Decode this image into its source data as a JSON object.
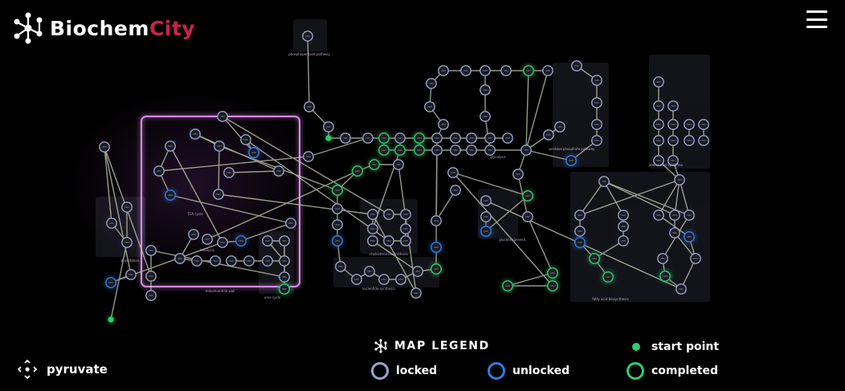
{
  "app": {
    "title_part1": "Biochem",
    "title_part2": "City",
    "accent": "#c8234e"
  },
  "header": {
    "menu_icon": "hamburger-menu-icon"
  },
  "map": {
    "zones": [
      {
        "label": "phosphopentose pathway"
      },
      {
        "label": "mitochondrial wall"
      },
      {
        "label": "TCA cycle"
      },
      {
        "label": "urea cycle"
      },
      {
        "label": "gluconeogenesis"
      },
      {
        "label": "glycolysis"
      },
      {
        "label": "cholesterol biosynthesis"
      },
      {
        "label": "fatty acid biosynthesis"
      },
      {
        "label": "pentose phosphate pathway"
      },
      {
        "label": "nucleotide synthesis"
      },
      {
        "label": "amino acid synthesis"
      },
      {
        "label": "ketolysis"
      },
      {
        "label": "β-oxidation"
      }
    ],
    "colors": {
      "locked": "#9aa3c9",
      "unlocked": "#2f7de0",
      "completed": "#2ecc71",
      "start": "#2ecc71",
      "edge": "#c9cfb8",
      "wall": "#d98ae8"
    }
  },
  "legend": {
    "title": "MAP LEGEND",
    "icon": "molecule-icon",
    "locked": "locked",
    "unlocked": "unlocked",
    "start_point": "start point",
    "completed": "completed"
  },
  "current_location": {
    "icon": "location-crosshair-icon",
    "label": "pyruvate"
  }
}
